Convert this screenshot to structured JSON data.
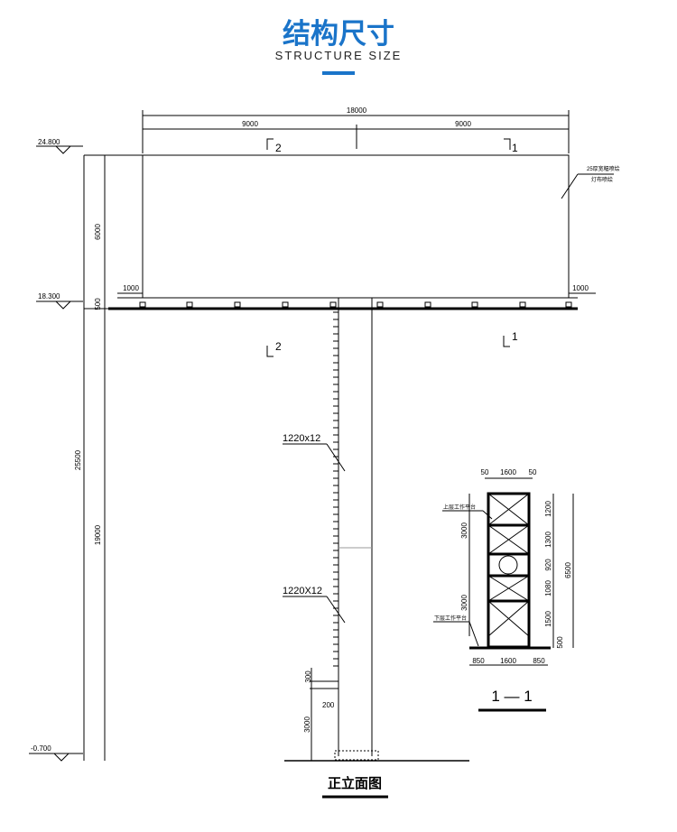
{
  "header": {
    "title": "结构尺寸",
    "subtitle": "STRUCTURE SIZE",
    "accent_color": "#1a74c9"
  },
  "elevation": {
    "total_width": "18000",
    "half_left": "9000",
    "half_right": "9000",
    "section_mark_2": "2",
    "section_mark_1": "1",
    "board_note_line1": "25厚宽幅喷绘",
    "board_note_line2": "灯布喷绘",
    "level_top": "24.800",
    "level_mid": "18.300",
    "level_bottom": "-0.700",
    "board_height": "6000",
    "walkway_height": "500",
    "total_height": "25500",
    "column_height": "19000",
    "overhang_left": "1000",
    "overhang_right": "1000",
    "column_spec_upper": "1220x12",
    "column_spec_lower": "1220X12",
    "base_dim_300": "300",
    "base_dim_200": "200",
    "base_dim_3000": "3000",
    "caption": "正立面图"
  },
  "section": {
    "top_dims": [
      "50",
      "1600",
      "50"
    ],
    "right_dims": [
      "1200",
      "1300",
      "920",
      "1080",
      "1500",
      "500"
    ],
    "total": "6500",
    "left_dims": [
      "3000",
      "3000"
    ],
    "upper_platform": "上层工作平台",
    "lower_platform": "下层工作平台",
    "bottom_dims": [
      "850",
      "1600",
      "850"
    ],
    "caption": "1 — 1"
  }
}
